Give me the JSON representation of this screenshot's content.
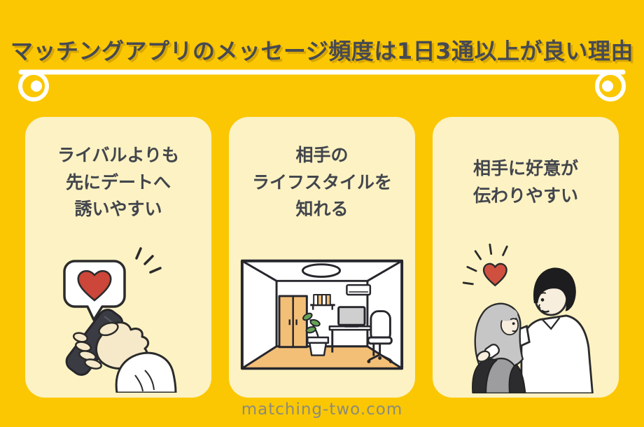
{
  "header": {
    "title": "マッチングアプリのメッセージ頻度は1日3通以上が良い理由"
  },
  "cards": [
    {
      "title": "ライバルよりも\n先にデートへ\n誘いやすい",
      "illustration": "hand-holding-smartphone-with-heart-like-bubble"
    },
    {
      "title": "相手の\nライフスタイルを\n知れる",
      "illustration": "room-interior-with-desk-chair-wardrobe-plant"
    },
    {
      "title": "相手に好意が\n伝わりやすい",
      "illustration": "couple-gazing-with-heart"
    }
  ],
  "footer": {
    "site": "matching-two.com"
  },
  "palette": {
    "background": "#FBC702",
    "card_background": "#FCF2C3",
    "title_text": "#474A52",
    "title_shadow": "#D7A604",
    "card_text": "#42454C",
    "heart_red": "#CC4639",
    "wood_orange": "#F3BF77",
    "footer_text": "#8C8B7A",
    "divider_white": "#FFFFFF"
  }
}
